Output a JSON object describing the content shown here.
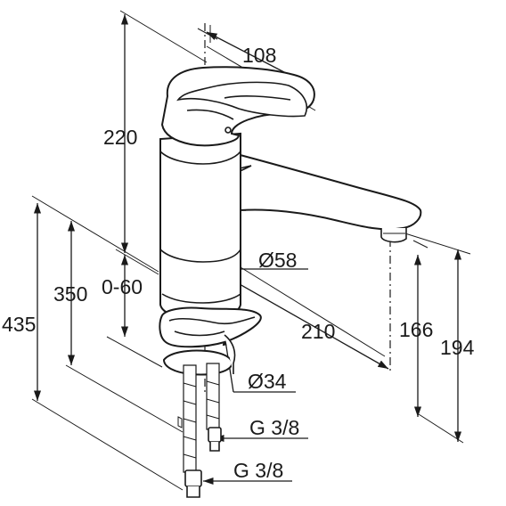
{
  "dimensions": {
    "d108": "108",
    "d220": "220",
    "d0_60": "0-60",
    "d350": "350",
    "d435": "435",
    "d58": "Ø58",
    "d210": "210",
    "d166": "166",
    "d194": "194",
    "d34": "Ø34",
    "g38_a": "G 3/8",
    "g38_b": "G 3/8"
  }
}
